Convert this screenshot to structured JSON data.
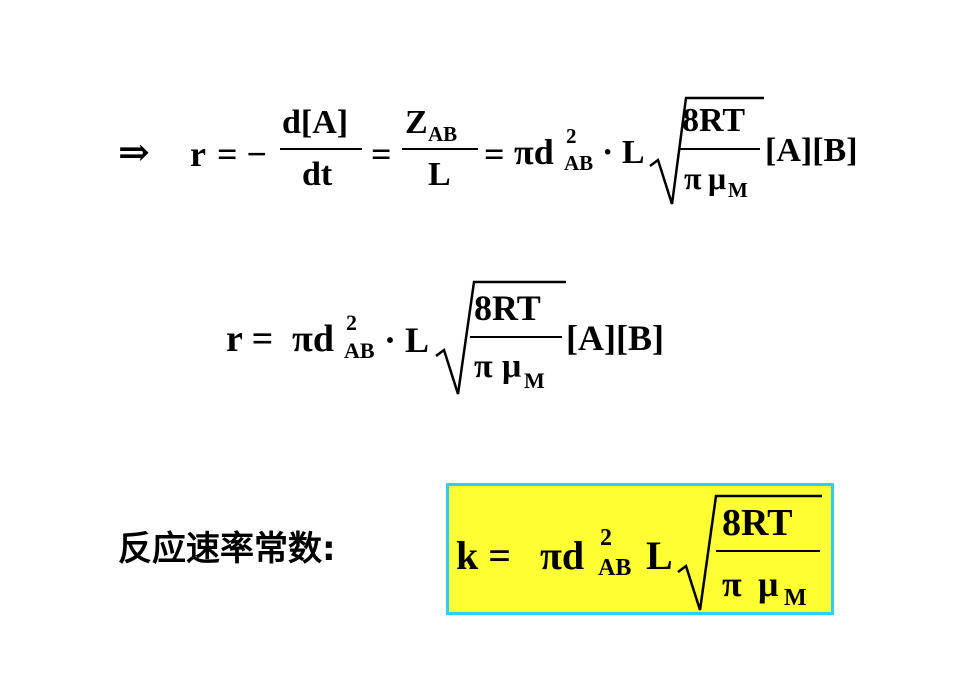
{
  "eq1": {
    "arrow": "⇒",
    "r": "r",
    "eq_minus": "= −",
    "num1": "d[A]",
    "den1": "dt",
    "eq2": "=",
    "num2_main": "Z",
    "num2_sub": "AB",
    "den2": "L",
    "eq3": "=",
    "pi_d": "πd",
    "sup2": "2",
    "sub_ab": "AB",
    "dot_l": "· L",
    "root_num": "8RT",
    "root_den_pi": "π",
    "root_den_mu": "μ",
    "root_den_sub": "M",
    "conc": "[A][B]"
  },
  "eq2": {
    "lhs": "r =",
    "pi_d": "πd",
    "sup2": "2",
    "sub_ab": "AB",
    "dot_l": "· L",
    "root_num": "8RT",
    "root_den_pi": "π",
    "root_den_mu": "μ",
    "root_den_sub": "M",
    "conc": "[A][B]"
  },
  "eq3": {
    "label": "反应速率常数:",
    "lhs": "k =",
    "pi_d": "πd",
    "sup2": "2",
    "sub_ab": "AB",
    "l": "L",
    "root_num": "8RT",
    "root_den_pi": "π",
    "root_den_mu": "μ",
    "root_den_sub": "M"
  },
  "colors": {
    "highlight_fill": "#ffff33",
    "highlight_border": "#33ccff"
  }
}
